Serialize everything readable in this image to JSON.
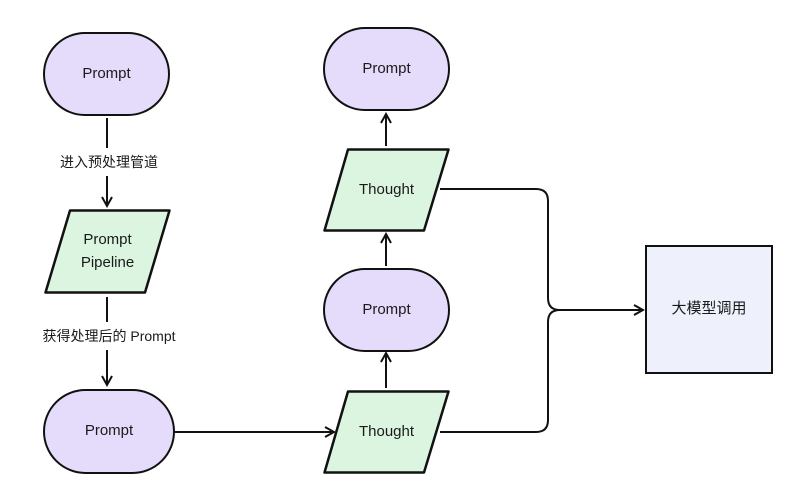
{
  "nodes": {
    "prompt_top_left": "Prompt",
    "pipeline_line1": "Prompt",
    "pipeline_line2": "Pipeline",
    "prompt_bottom_left": "Prompt",
    "thought_bottom": "Thought",
    "prompt_middle": "Prompt",
    "thought_top": "Thought",
    "prompt_top_right": "Prompt",
    "llm_call": "大模型调用"
  },
  "edges": {
    "to_pipeline": "进入预处理管道",
    "from_pipeline": "获得处理后的 Prompt"
  },
  "colors": {
    "pill_fill": "#e5dcfb",
    "parallelogram_fill": "#dcf5e0",
    "rect_fill": "#eef1fb",
    "stroke": "#111111"
  }
}
